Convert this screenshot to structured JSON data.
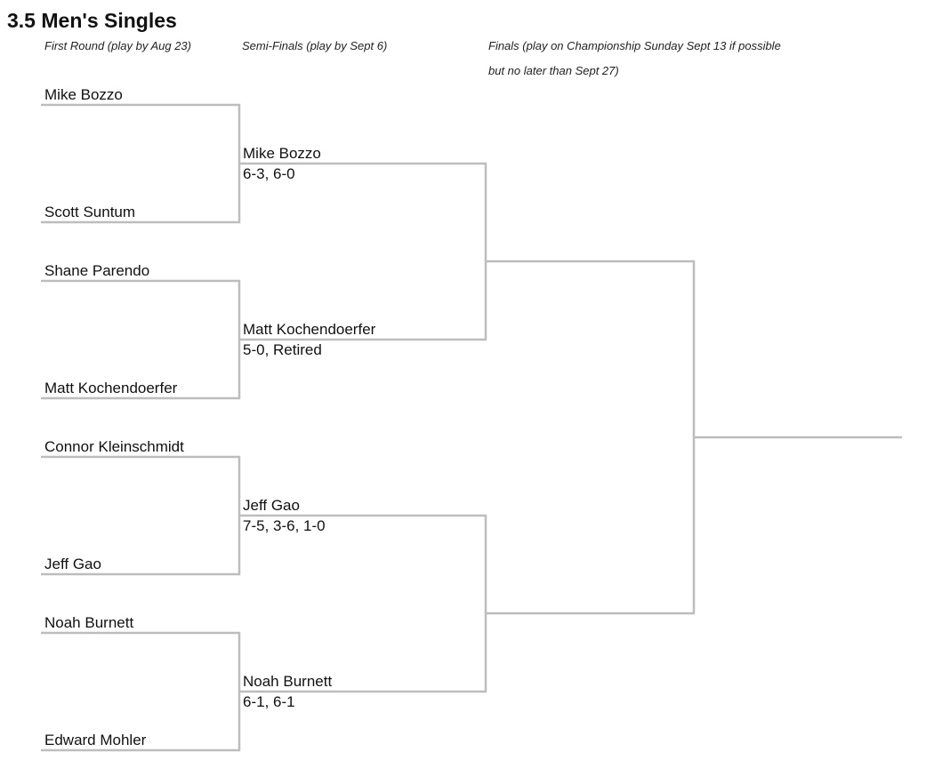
{
  "title": "3.5 Men's Singles",
  "headers": {
    "first_round": "First Round (play by Aug 23)",
    "semi_finals": "Semi-Finals (play by Sept 6)",
    "finals_line1": "Finals (play on Championship Sunday Sept 13 if possible",
    "finals_line2": "but no later than Sept 27)"
  },
  "first_round": [
    "Mike Bozzo",
    "Scott Suntum",
    "Shane Parendo",
    "Matt Kochendoerfer",
    "Connor Kleinschmidt",
    "Jeff Gao",
    "Noah Burnett",
    "Edward Mohler"
  ],
  "semi_finals": [
    {
      "name": "Mike Bozzo",
      "score": "6-3, 6-0"
    },
    {
      "name": "Matt Kochendoerfer",
      "score": "5-0, Retired"
    },
    {
      "name": "Jeff Gao",
      "score": "7-5, 3-6, 1-0"
    },
    {
      "name": "Noah Burnett",
      "score": "6-1, 6-1"
    }
  ]
}
